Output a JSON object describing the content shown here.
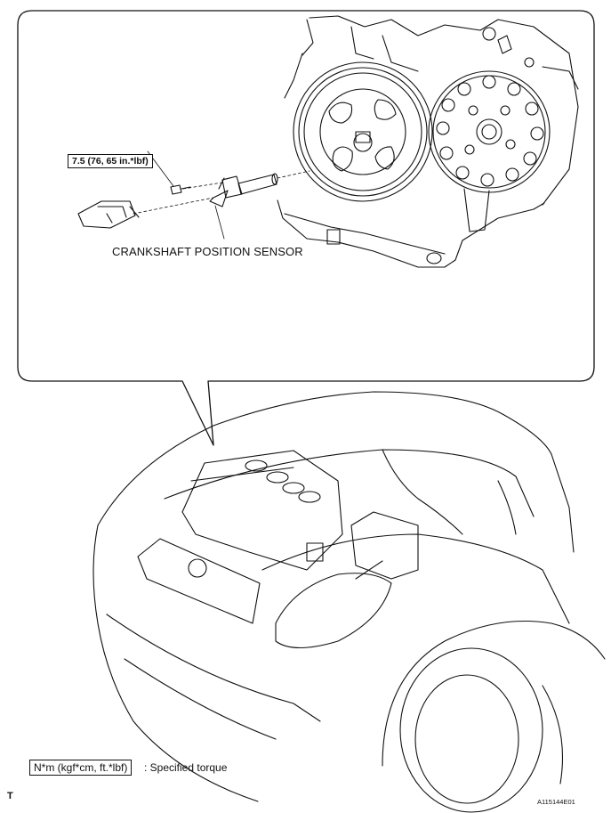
{
  "callout": {
    "torque_spec": "7.5 (76, 65 in.*lbf)",
    "sensor_label": "CRANKSHAFT POSITION SENSOR"
  },
  "legend": {
    "unit_box": "N*m (kgf*cm, ft.*lbf)",
    "description": ": Specified torque"
  },
  "footer": {
    "corner_mark": "T",
    "figure_id": "A115144E01"
  }
}
